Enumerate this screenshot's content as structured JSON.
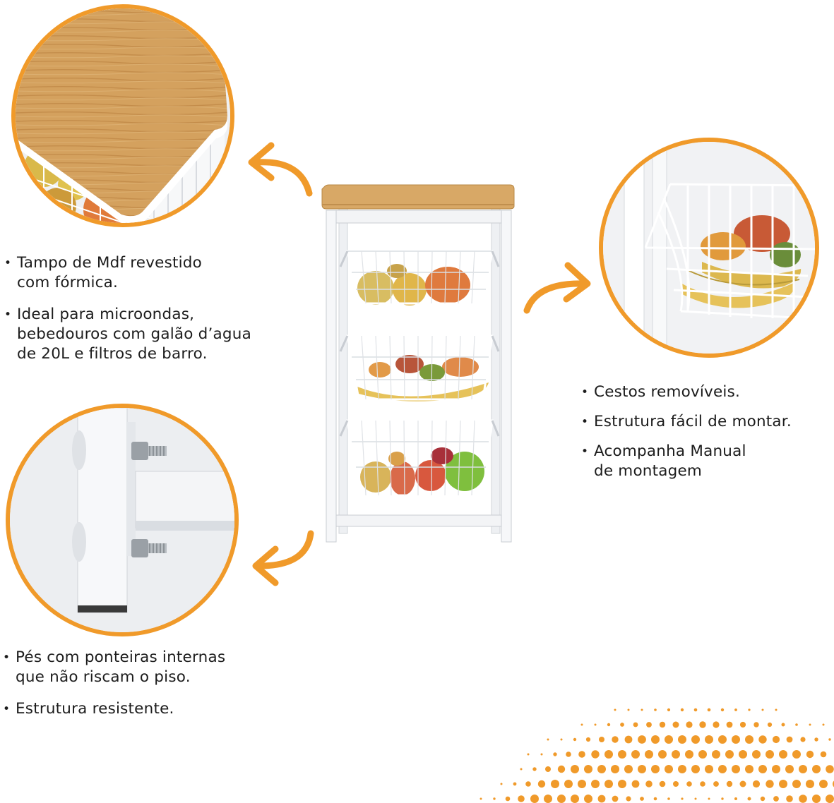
{
  "colors": {
    "accent": "#f09a2a",
    "text": "#1c1c1c",
    "wood": "#d8a866",
    "frame": "#f3f4f6"
  },
  "features_top": [
    {
      "lines": [
        "Tampo de Mdf revestido",
        "com fórmica."
      ]
    },
    {
      "lines": [
        "Ideal para microondas,",
        "bebedouros com galão d’agua",
        "de 20L e filtros de barro."
      ]
    }
  ],
  "features_right": [
    {
      "lines": [
        "Cestos removíveis."
      ]
    },
    {
      "lines": [
        "Estrutura fácil de montar."
      ]
    },
    {
      "lines": [
        "Acompanha Manual",
        "de montagem"
      ]
    }
  ],
  "features_bottom": [
    {
      "lines": [
        "Pés com ponteiras internas",
        "que não riscam o piso."
      ]
    },
    {
      "lines": [
        "Estrutura resistente."
      ]
    }
  ],
  "icons": {
    "arrow_top": "curved-arrow-left-up-icon",
    "arrow_right": "curved-arrow-right-up-icon",
    "arrow_bottom": "curved-arrow-left-down-icon"
  }
}
